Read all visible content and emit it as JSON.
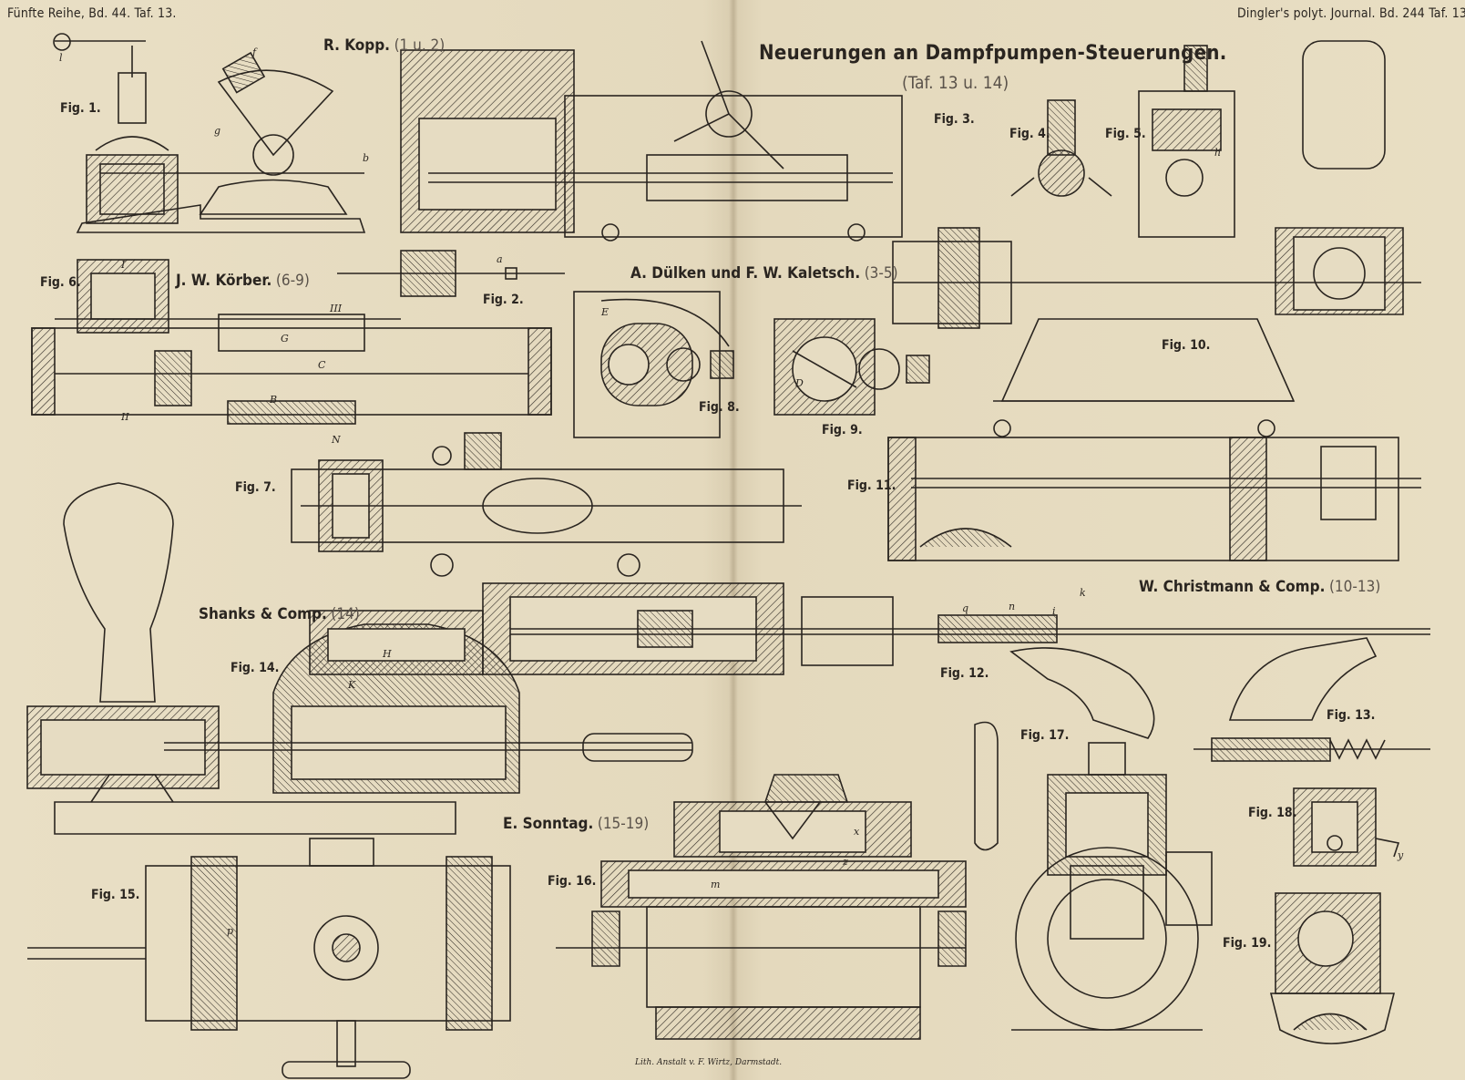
{
  "header": {
    "left": "Fünfte Reihe, Bd. 44. Taf. 13.",
    "right": "Dingler's polyt. Journal. Bd. 244 Taf. 13."
  },
  "title": {
    "main": "Neuerungen an Dampfpumpen-Steuerungen.",
    "sub": "(Taf. 13 u. 14)"
  },
  "makers": [
    {
      "name": "R. Kopp.",
      "ref": "(1 u. 2)"
    },
    {
      "name": "J. W. Körber.",
      "ref": "(6-9)"
    },
    {
      "name": "A. Dülken und F. W. Kaletsch.",
      "ref": "(3-5)"
    },
    {
      "name": "W. Christmann & Comp.",
      "ref": "(10-13)"
    },
    {
      "name": "Shanks & Comp.",
      "ref": "(14)"
    },
    {
      "name": "E. Sonntag.",
      "ref": "(15-19)"
    }
  ],
  "figures": [
    "Fig. 1.",
    "Fig. 2.",
    "Fig. 3.",
    "Fig. 4.",
    "Fig. 5.",
    "Fig. 6.",
    "Fig. 7.",
    "Fig. 8.",
    "Fig. 9.",
    "Fig. 10.",
    "Fig. 11.",
    "Fig. 12.",
    "Fig. 13.",
    "Fig. 14.",
    "Fig. 15.",
    "Fig. 16.",
    "Fig. 17.",
    "Fig. 18.",
    "Fig. 19."
  ],
  "letters": [
    "l",
    "f",
    "g",
    "b",
    "a",
    "I",
    "G",
    "C",
    "B",
    "N",
    "II",
    "III",
    "E",
    "D",
    "h",
    "k",
    "i",
    "n",
    "q",
    "m",
    "p",
    "z",
    "H",
    "K",
    "y",
    "x"
  ],
  "credit": "Lith. Anstalt v. F. Wirtz, Darmstadt.",
  "colors": {
    "paper": "#e6dcc2",
    "ink": "#2a2520"
  }
}
